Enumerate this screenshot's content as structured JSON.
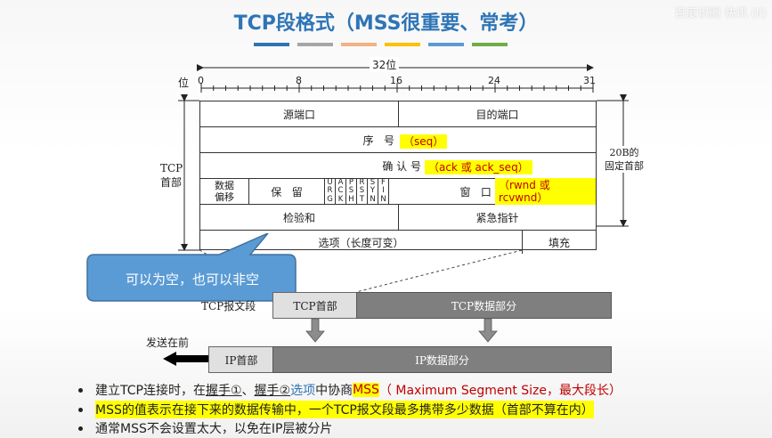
{
  "title": "TCP段格式（MSS很重要、常考）",
  "watermark": "百度识图 快讯 (li)",
  "accent_bars": [
    "#2e75b6",
    "#a6a6a6",
    "#f4b183",
    "#ffc000",
    "#5b9bd5",
    "#70ad47"
  ],
  "header": {
    "bits_label": "32位",
    "position_label": "位",
    "ticks": [
      "0",
      "8",
      "16",
      "24",
      "31"
    ]
  },
  "side_labels": {
    "tcp_header": "TCP\n首部",
    "fixed_header": "20B的\n固定首部"
  },
  "rows": {
    "src_port": "源端口",
    "dst_port": "目的端口",
    "seq_label": "序   号",
    "seq_note": "（seq）",
    "ack_label": "确 认 号",
    "ack_note": "（ack 或 ack_seq）",
    "data_offset": "数据\n偏移",
    "reserved": "保   留",
    "flags": [
      "URG",
      "ACK",
      "PSH",
      "RST",
      "SYN",
      "FIN"
    ],
    "window": "窗   口",
    "window_note": "（rwnd 或 rcvwnd）",
    "checksum": "检验和",
    "urgent": "紧急指针",
    "options": "选项（长度可变）",
    "padding": "填充"
  },
  "callout": "可以为空，也可以非空",
  "encapsulation": {
    "segment_label": "TCP报文段",
    "tcp_header": "TCP首部",
    "tcp_data": "TCP数据部分",
    "send_first": "发送在前",
    "ip_header": "IP首部",
    "ip_data": "IP数据部分"
  },
  "bullets": {
    "b1_prefix": "建立TCP连接时，在",
    "b1_hs1": "握手①",
    "b1_sep": "、",
    "b1_hs2": "握手②",
    "b1_opt": "选项",
    "b1_mid": "中协商",
    "b1_mss": "MSS",
    "b1_paren": "（ Maximum Segment Size，最大段长）",
    "b2": "MSS的值表示在接下来的数据传输中，一个TCP报文段最多携带多少数据（首部不算在内）",
    "b3": "通常MSS不会设置太大，以免在IP层被分片"
  }
}
